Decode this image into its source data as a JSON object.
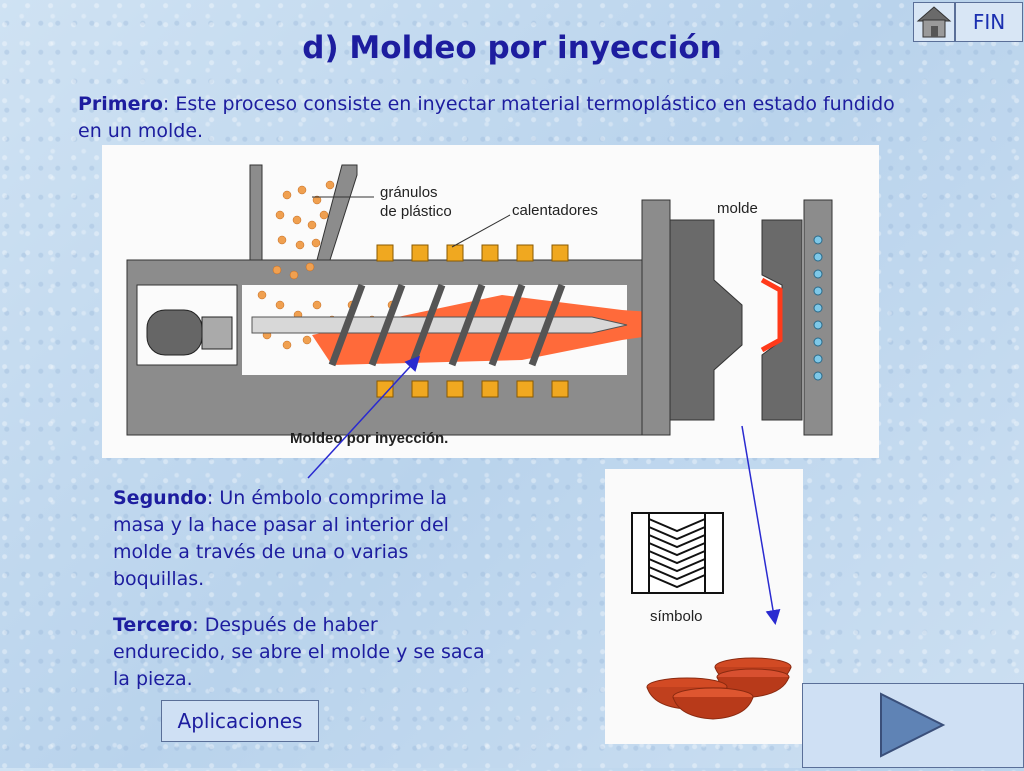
{
  "nav": {
    "fin_label": "FIN",
    "home_icon": "home-icon"
  },
  "slide": {
    "title": "d)  Moldeo por inyección",
    "primero_label": "Primero",
    "primero_text": ": Este proceso consiste en inyectar material termoplástico en estado fundido en un molde.",
    "segundo_label": "Segundo",
    "segundo_text": ": Un émbolo comprime la masa y la hace pasar al interior del molde  a través de una o varias boquillas.",
    "tercero_label": "Tercero",
    "tercero_text": ": Después de haber endurecido, se abre el molde y se saca la pieza."
  },
  "diagram": {
    "label_granulos_1": "gránulos",
    "label_granulos_2": "de plástico",
    "label_calentadores": "calentadores",
    "label_molde": "molde",
    "caption": "Moldeo por inyección."
  },
  "symbol": {
    "label": "símbolo"
  },
  "buttons": {
    "aplicaciones": "Aplicaciones",
    "next_icon": "play-triangle-icon"
  },
  "colors": {
    "text_blue": "#1d1d9f",
    "melt_red": "#ff5a2e",
    "heater_orange": "#f0a820",
    "machine_gray": "#8c8c8c"
  }
}
